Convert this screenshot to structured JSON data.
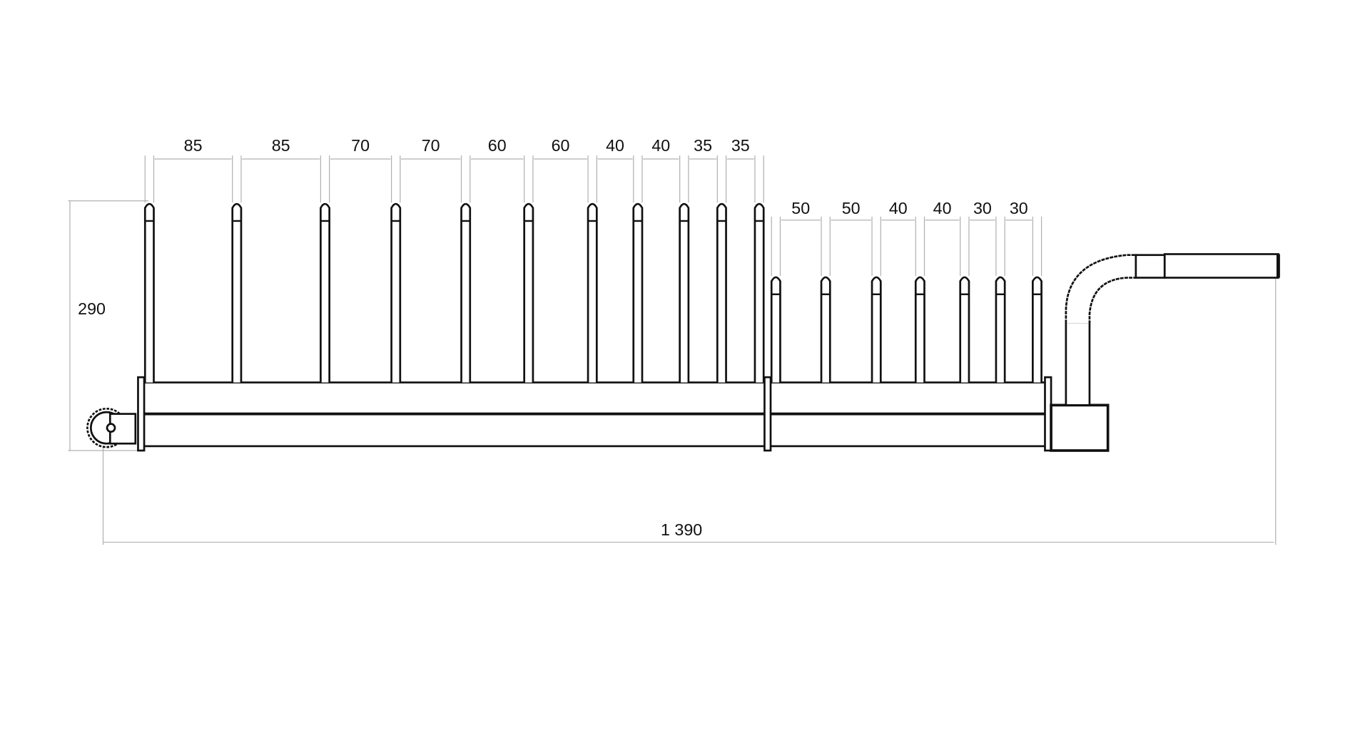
{
  "drawing": {
    "title": "Plate rack side view",
    "top_row_dimensions": [
      "85",
      "85",
      "70",
      "70",
      "60",
      "60",
      "40",
      "40",
      "35",
      "35"
    ],
    "second_row_dimensions": [
      "50",
      "50",
      "40",
      "40",
      "30",
      "30"
    ],
    "height_dimension": "290",
    "overall_length_dimension": "1 390"
  },
  "colors": {
    "line": "#111111",
    "dimension_line": "#b0b0b0",
    "background": "#ffffff"
  }
}
